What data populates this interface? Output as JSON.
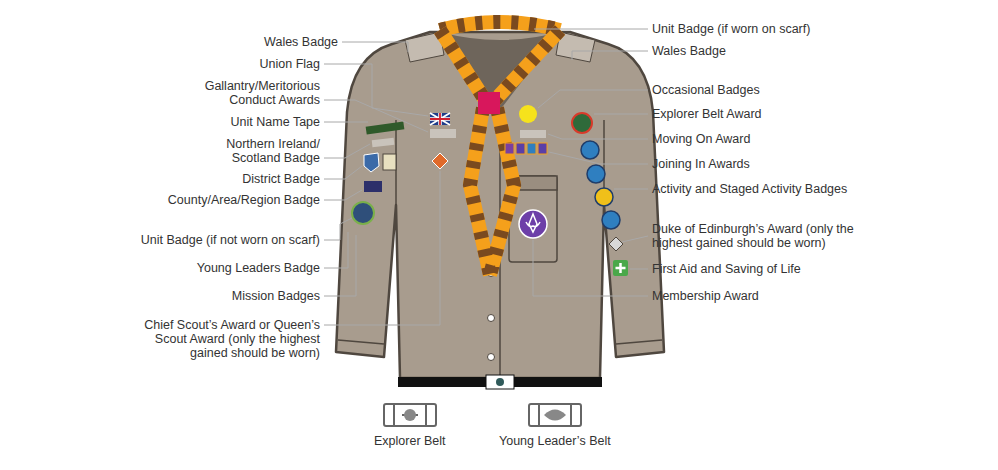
{
  "diagram": {
    "labels": [
      "Wales Badge",
      "Union Flag",
      "Gallantry/Meritorious Conduct Awards",
      "Unit Name Tape",
      "Northern Ireland/ Scotland Badge",
      "District Badge",
      "County/Area/Region Badge",
      "Unit Badge (if not worn on scarf)",
      "Young Leaders Badge",
      "Mission Badges",
      "Chief Scout’s Award or Queen’s Scout Award (only the highest gained should be worn)",
      "Unit Badge (if worn on scarf)",
      "Wales Badge",
      "Occasional Badges",
      "Explorer Belt Award",
      "Moving On Award",
      "Joining In Awards",
      "Activity and Staged Activity Badges",
      "Duke of Edinburgh’s Award (only the highest gained should be worn)",
      "First Aid and Saving of Life",
      "Membership Award",
      "Explorer Belt",
      "Young Leader’s Belt"
    ]
  }
}
